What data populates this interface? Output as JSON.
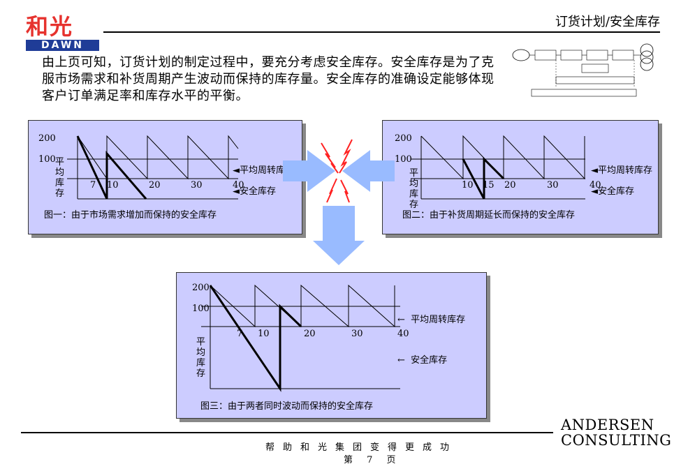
{
  "logo": {
    "cn": "和光",
    "en": "DAWN"
  },
  "header": {
    "title": "订货计划/安全库存"
  },
  "intro": {
    "text": "由上页可知，订货计划的制定过程中，要充分考虑安全库存。安全库存是为了克服市场需求和补货周期产生波动而保持的库存量。安全库存的准确设定能够体现客户订单满足率和库存水平的平衡。"
  },
  "panels": [
    {
      "caption": "图一：由于市场需求增加而保持的安全库存",
      "y_ticks": [
        "200",
        "100"
      ],
      "x_ticks": [
        "7",
        "10",
        "20",
        "30",
        "40"
      ],
      "y_label": "平均库存",
      "avg_label": "平均周转库存",
      "safety_label": "安全库存"
    },
    {
      "caption": "图二：由于补货周期延长而保持的安全库存",
      "y_ticks": [
        "200",
        "100"
      ],
      "x_ticks": [
        "10",
        "15",
        "20",
        "30",
        "40"
      ],
      "y_label": "平均库存",
      "avg_label": "平均周转库存",
      "safety_label": "安全库存"
    },
    {
      "caption": "图三：由于两者同时波动而保持的安全库存",
      "y_ticks": [
        "200",
        "100"
      ],
      "x_ticks": [
        "7",
        "10",
        "20",
        "30",
        "40"
      ],
      "y_label": "平均库存",
      "avg_label": "平均周转库存",
      "safety_label": "安全库存"
    }
  ],
  "colors": {
    "panel_bg": "#ccccff",
    "arrow": "#99bbff",
    "lightning": "#ff2222",
    "logo_red": "#e6322e",
    "logo_blue": "#1f3c97"
  },
  "footer": {
    "slogan": "帮助和光集团变得更成功",
    "page": "第 7 页"
  },
  "brand": {
    "line1": "ANDERSEN",
    "line2": "CONSULTING"
  }
}
